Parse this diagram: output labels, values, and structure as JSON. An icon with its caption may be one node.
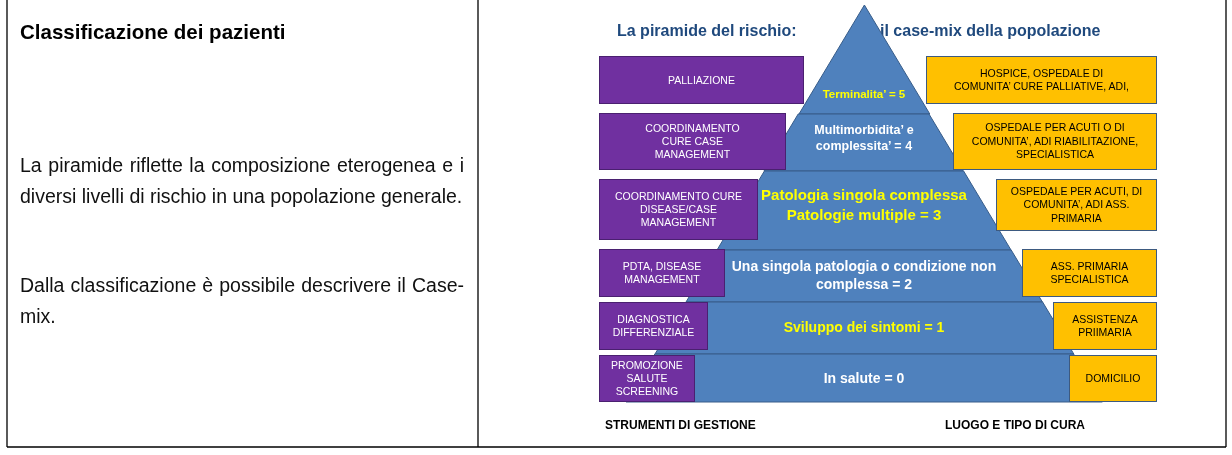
{
  "diagram": {
    "title": "Classificazione dei pazienti",
    "nodes": [
      {
        "text": [
          "PALLIAZIONE"
        ]
      },
      {
        "text": [
          "Terminalita’ = 5"
        ]
      },
      {
        "text": [
          "HOSPICE, OSPEDALE DI COMUNITA’ CURE PALLIATIVE, ADI,"
        ]
      },
      {
        "text": [
          "COORDINAMENTO CURE CASE MANAGEMENT"
        ]
      },
      {
        "text": [
          "Multimorbidita’ e complessita’ = 4"
        ]
      },
      {
        "text": [
          "OSPEDALE PER ACUTI O DI COMUNITA’, ADI RIABILITAZIONE, SPECIALISTICA"
        ]
      },
      {
        "text": [
          "COORDINAMENTO CURE DISEASE/CASE MANAGEMENT"
        ]
      },
      {
        "text": [
          "Patologia singola complessa Patologie multiple = 3"
        ]
      },
      {
        "text": [
          "OSPEDALE PER ACUTI, DI COMUNITA’, ADI ASS. PRIMARIA"
        ]
      },
      {
        "text": [
          "PDTA, DISEASE MANAGEMENT"
        ]
      },
      {
        "text": [
          "Una singola patologia o condizione non complessa = 2"
        ]
      },
      {
        "text": [
          "ASS. PRIMARIA SPECIALISTICA"
        ]
      },
      {
        "text": [
          "DIAGNOSTICA DIFFERENZIALE"
        ]
      },
      {
        "text": [
          "Sviluppo dei sintomi = 1"
        ]
      },
      {
        "text": [
          "ASSISTENZA PRIIMARIA"
        ]
      },
      {
        "text": [
          "PROMOZIONE SALUTE SCREENING"
        ]
      },
      {
        "text": [
          "In salute = 0"
        ]
      },
      {
        "text": [
          "DOMICILIO"
        ]
      }
    ],
    "labels": [
      "La piramide riflette la composizione eterogenea e i diversi livelli di rischio in una popolazione generale.",
      "Dalla classificazione è possibile descrivere il Case-mix.",
      "La piramide del rischio:",
      "il case-mix della popolazione",
      "STRUMENTI DI GESTIONE",
      "LUOGO E TIPO DI CURA"
    ]
  }
}
